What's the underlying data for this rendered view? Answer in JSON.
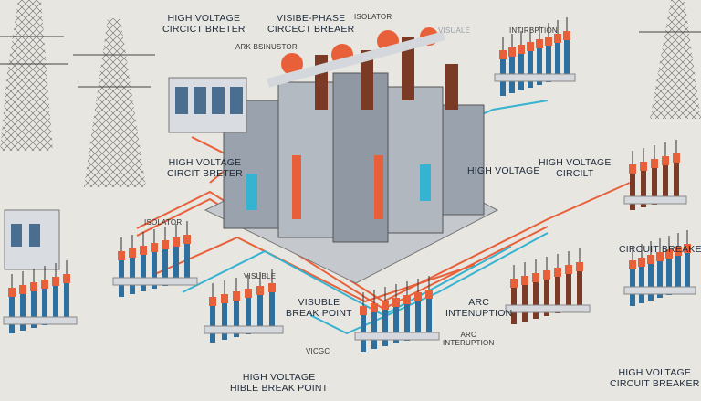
{
  "labels": {
    "top_left_title": [
      "HIGH VOLTAGE",
      "CIRCICT BRETER"
    ],
    "top_center_title": [
      "VISIBE-PHASE",
      "CIRCECT BREAER"
    ],
    "top_isolator": "ISOLATOR",
    "arc_resistor": "ARK BSINUSTOR",
    "top_visuale": "VISUALE",
    "top_interruption": "INTIRBPTION",
    "mid_left_title": [
      "HIGH VOLTAGE",
      "CIRCIT BRETER"
    ],
    "mid_high_voltage": "HIGH VOLTAGE",
    "mid_right_title": [
      "HIGH VOLTAGE",
      "CIRCILT"
    ],
    "left_isolator": "ISOLATOR",
    "right_circuit_breaker": "CIRCUIT BREAKER",
    "visuble_small": "VISUBLE",
    "visible_break_point": [
      "VISUBLE",
      "BREAK POINT"
    ],
    "arc_interruption_1": [
      "ARC",
      "INTENUPTION"
    ],
    "arc_interruption_2": [
      "ARC",
      "INTERUPTION"
    ],
    "vicgc": "VICGC",
    "bottom_center_title": [
      "HIGH VOLTAGE",
      "HIBLE BREAK POINT"
    ],
    "bottom_right_title": [
      "HIGH VOLTAGE",
      "CIRCUIT BREAKER"
    ]
  },
  "colors": {
    "background": "#e8e6e1",
    "accent_orange": "#e8603a",
    "accent_cyan": "#35b3d0",
    "insulator_blue": "#2f6f9e",
    "metal_gray": "#a9b0b8"
  }
}
